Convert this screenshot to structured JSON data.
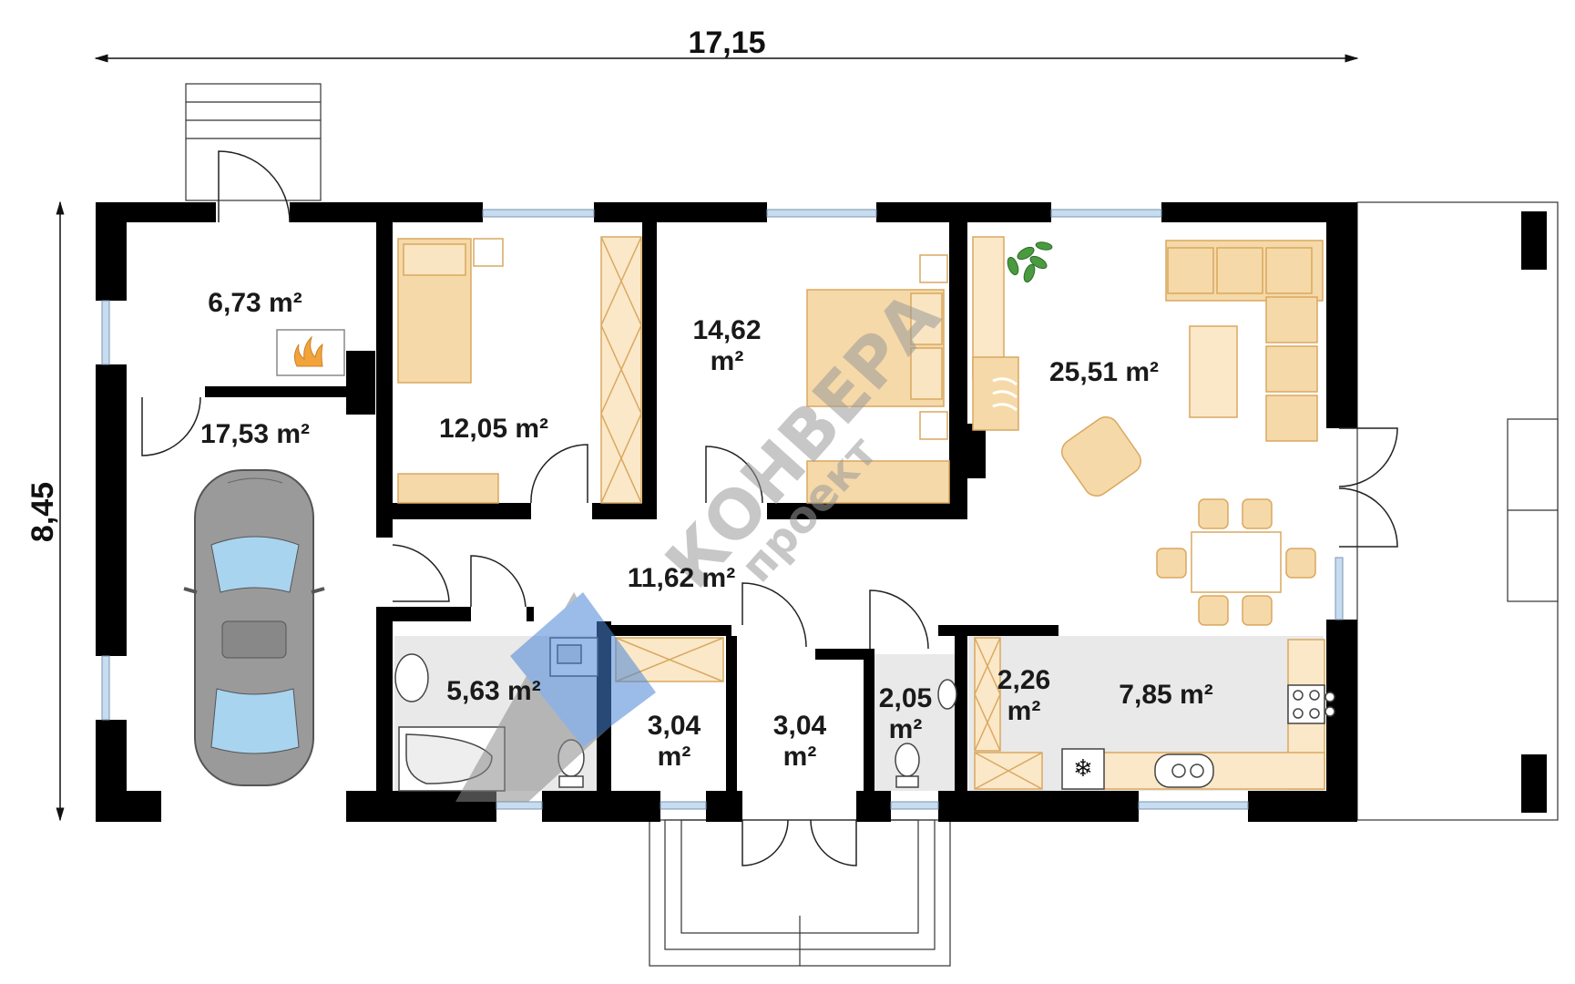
{
  "dimensions": {
    "width": "17,15",
    "height": "8,45"
  },
  "rooms": {
    "entrance_hall": "6,73 m²",
    "garage": "17,53 m²",
    "bedroom_small": "12,05 m²",
    "bedroom_large": [
      "14,62",
      "m²"
    ],
    "living_room": "25,51 m²",
    "hall": "11,62 m²",
    "bathroom": "5,63 m²",
    "closet_left": [
      "3,04",
      "m²"
    ],
    "vestibule": [
      "3,04",
      "m²"
    ],
    "wc": [
      "2,05",
      "m²"
    ],
    "pantry": [
      "2,26",
      "m²"
    ],
    "kitchen": "7,85 m²"
  },
  "watermark": {
    "brand": "КОНВЕРА",
    "sub": "проект"
  },
  "colors": {
    "wall": "#000000",
    "furniture": "#f6d9a8",
    "furniture_stroke": "#d9a860",
    "tile": "#e9e9e9",
    "window": "#c8dcf0",
    "car_body": "#9a9a9a",
    "car_glass": "#a9d4ef",
    "watermark_blue": "#4a86d8"
  }
}
